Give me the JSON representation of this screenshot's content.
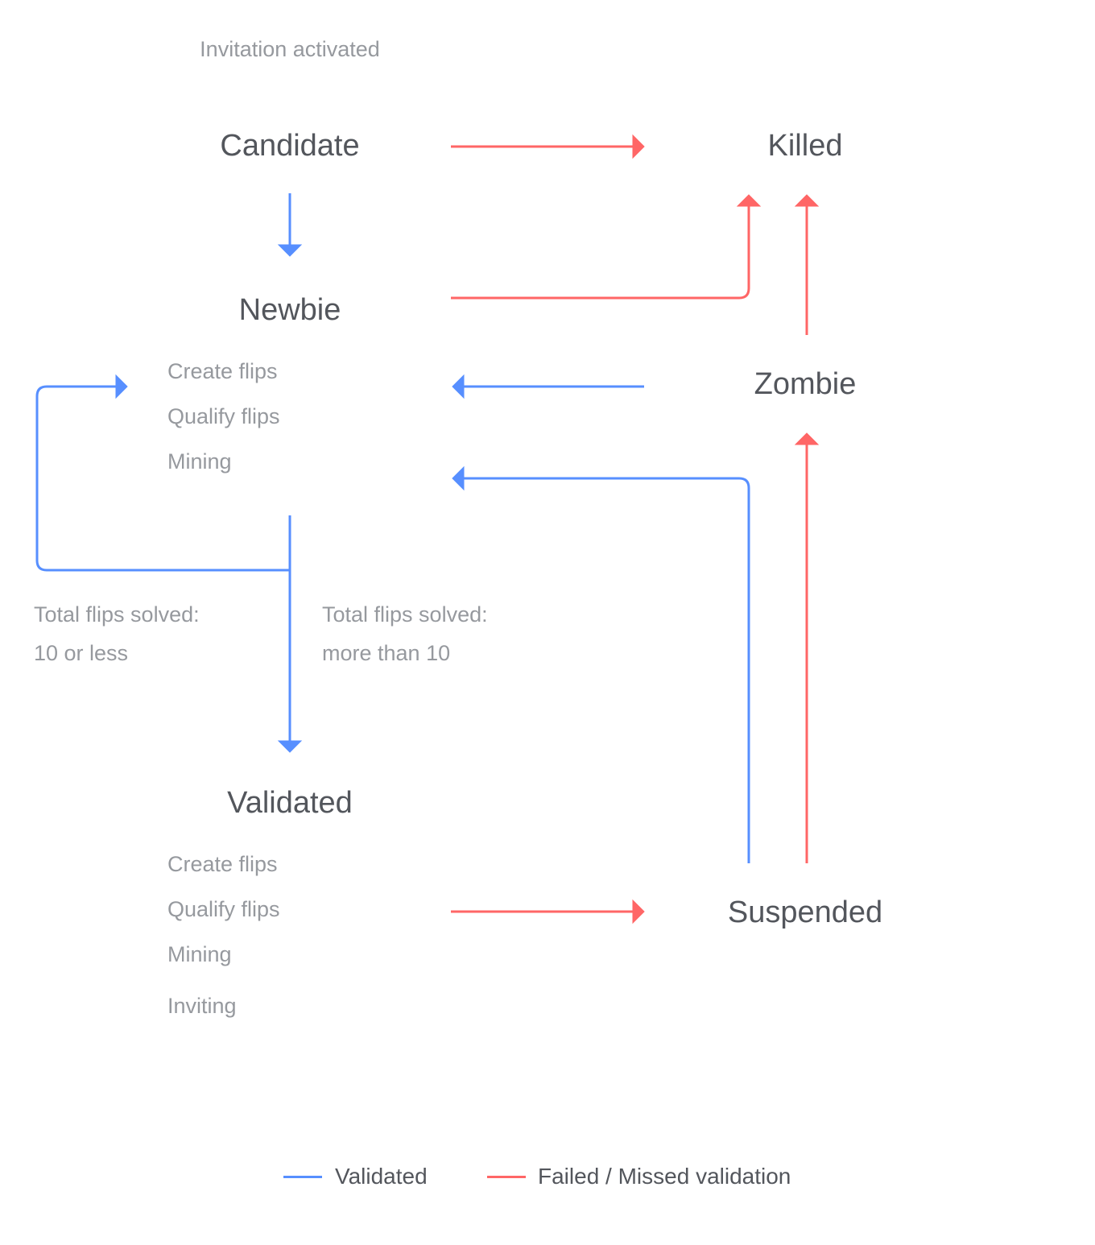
{
  "colors": {
    "validated": "#578fff",
    "failed": "#ff6666",
    "state_text": "#53565c",
    "note_text": "#96999e"
  },
  "entry_label": "Invitation activated",
  "states": {
    "candidate": "Candidate",
    "newbie": "Newbie",
    "validated": "Validated",
    "killed": "Killed",
    "zombie": "Zombie",
    "suspended": "Suspended"
  },
  "newbie_abilities": [
    "Create flips",
    "Qualify flips",
    "Mining"
  ],
  "validated_abilities": [
    "Create flips",
    "Qualify flips",
    "Mining",
    "Inviting"
  ],
  "conditions": {
    "less": {
      "line1": "Total flips solved:",
      "line2": "10 or less"
    },
    "more": {
      "line1": "Total flips solved:",
      "line2": "more than 10"
    }
  },
  "transitions": [
    {
      "from": "Candidate",
      "to": "Newbie",
      "kind": "validated"
    },
    {
      "from": "Candidate",
      "to": "Killed",
      "kind": "failed"
    },
    {
      "from": "Newbie",
      "to": "Killed",
      "kind": "failed"
    },
    {
      "from": "Newbie",
      "to": "Newbie",
      "kind": "validated"
    },
    {
      "from": "Newbie",
      "to": "Validated",
      "kind": "validated"
    },
    {
      "from": "Zombie",
      "to": "Newbie",
      "kind": "validated"
    },
    {
      "from": "Zombie",
      "to": "Killed",
      "kind": "failed"
    },
    {
      "from": "Validated",
      "to": "Suspended",
      "kind": "failed"
    },
    {
      "from": "Suspended",
      "to": "Newbie",
      "kind": "validated"
    },
    {
      "from": "Suspended",
      "to": "Zombie",
      "kind": "failed"
    }
  ],
  "legend": {
    "validated": "Validated",
    "failed": "Failed / Missed validation"
  }
}
